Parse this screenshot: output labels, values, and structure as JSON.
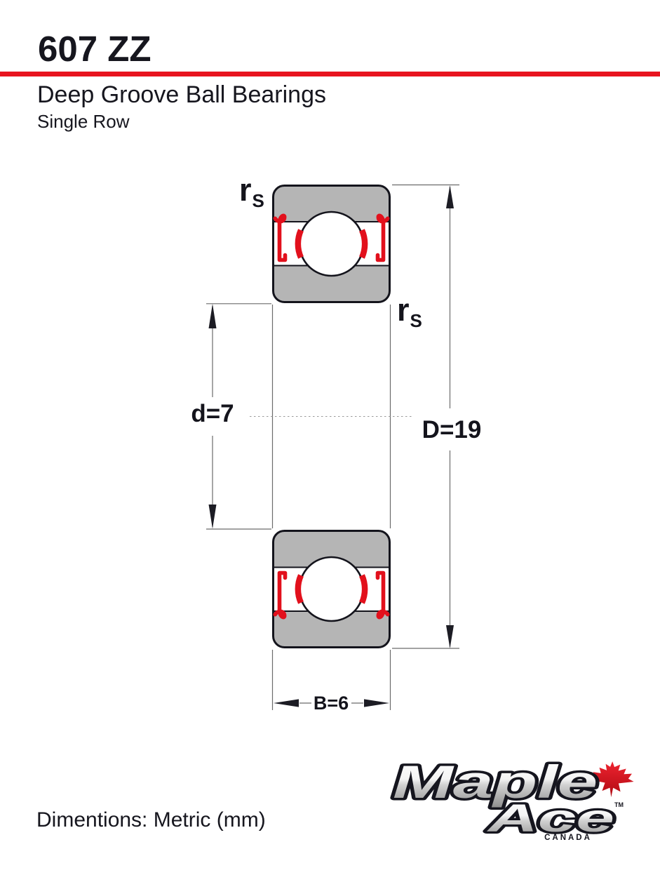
{
  "header": {
    "part_number": "607 ZZ",
    "product_line": "Deep Groove Ball Bearings",
    "row_type": "Single Row",
    "accent_color": "#e8141f"
  },
  "drawing": {
    "labels": {
      "rs_top": {
        "main": "r",
        "sub": "S"
      },
      "rs_bottom": {
        "main": "r",
        "sub": "S"
      },
      "bore_diameter": "d=7",
      "outer_diameter": "D=19",
      "width": "B=6"
    },
    "dimensions": {
      "d_mm": 7,
      "D_mm": 19,
      "B_mm": 6
    },
    "colors": {
      "ring_fill": "#b5b5b5",
      "outline": "#14141c",
      "shield_red": "#e2101c",
      "dimension_line": "#6b6b6b"
    }
  },
  "footer": {
    "dimensions_note": "Dimentions: Metric (mm)",
    "logo": {
      "word_top": "Maple",
      "word_bottom": "Ace",
      "country": "CANADA",
      "trademark": "TM",
      "leaf_color": "#d6161f"
    }
  }
}
